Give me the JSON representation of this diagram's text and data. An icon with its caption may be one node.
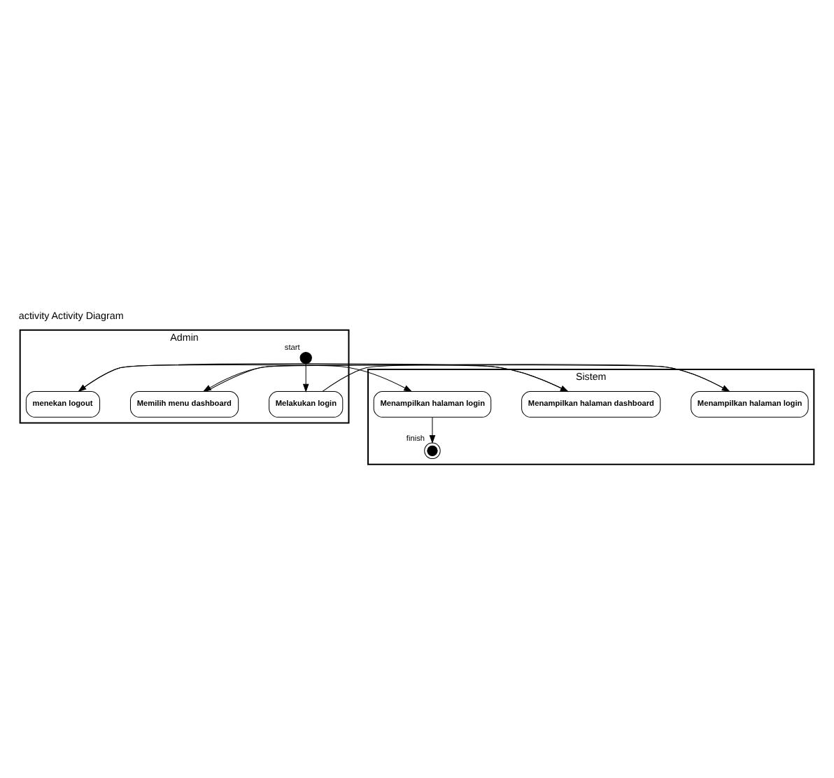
{
  "diagram": {
    "title": "activity Activity Diagram",
    "nodes": [
      {
        "text": [
          "Admin"
        ]
      },
      {
        "text": [
          "Sistem"
        ]
      },
      {
        "text": [],
        "shape": "circle",
        "beside": [
          "start"
        ],
        "in": 0
      },
      {
        "text": [
          "Melakukan login"
        ],
        "in": 0
      },
      {
        "text": [
          "Menampilkan halaman login"
        ],
        "in": 1
      },
      {
        "text": [
          "Memilih menu dashboard"
        ],
        "in": 0
      },
      {
        "text": [
          "Menampilkan halaman dashboard"
        ],
        "in": 1
      },
      {
        "text": [
          "menekan logout"
        ],
        "in": 0
      },
      {
        "text": [
          "Menampilkan halaman login"
        ],
        "in": 1
      },
      {
        "text": [],
        "shape": "circle",
        "beside": [
          "finish"
        ],
        "in": 1
      }
    ],
    "edges": [
      {
        "from": 2,
        "to": 3,
        "arrow": "to"
      },
      {
        "from": 3,
        "to": 4,
        "arrow": "to"
      },
      {
        "from": 4,
        "to": 5,
        "arrow": "to"
      },
      {
        "from": 5,
        "to": 6,
        "arrow": "to"
      },
      {
        "from": 6,
        "to": 7,
        "arrow": "to"
      },
      {
        "from": 7,
        "to": 8,
        "arrow": "to"
      },
      {
        "from": 8,
        "to": 9,
        "arrow": "to"
      }
    ]
  }
}
